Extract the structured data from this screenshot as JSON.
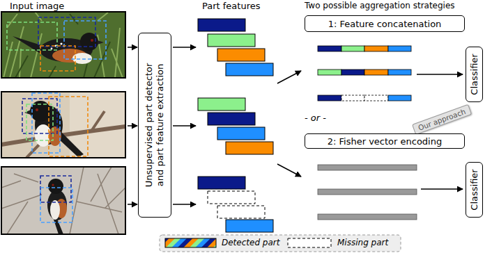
{
  "diagram": {
    "nodes": [
      {
        "text": [
          "Unsupervised part detector and part feature extraction"
        ]
      },
      {
        "text": [
          "1: Feature concatenation"
        ]
      },
      {
        "text": [
          "Classifier"
        ]
      },
      {
        "text": [
          "Our approach"
        ]
      },
      {
        "text": [
          "2: Fisher vector encoding"
        ]
      },
      {
        "text": [
          "Classifier"
        ]
      }
    ],
    "labels": [
      "Input image",
      "Part features",
      "Two possible aggregation strategies",
      "- or -"
    ],
    "legend": [
      {
        "text": "Detected part"
      },
      {
        "text": "Missing part"
      }
    ]
  }
}
